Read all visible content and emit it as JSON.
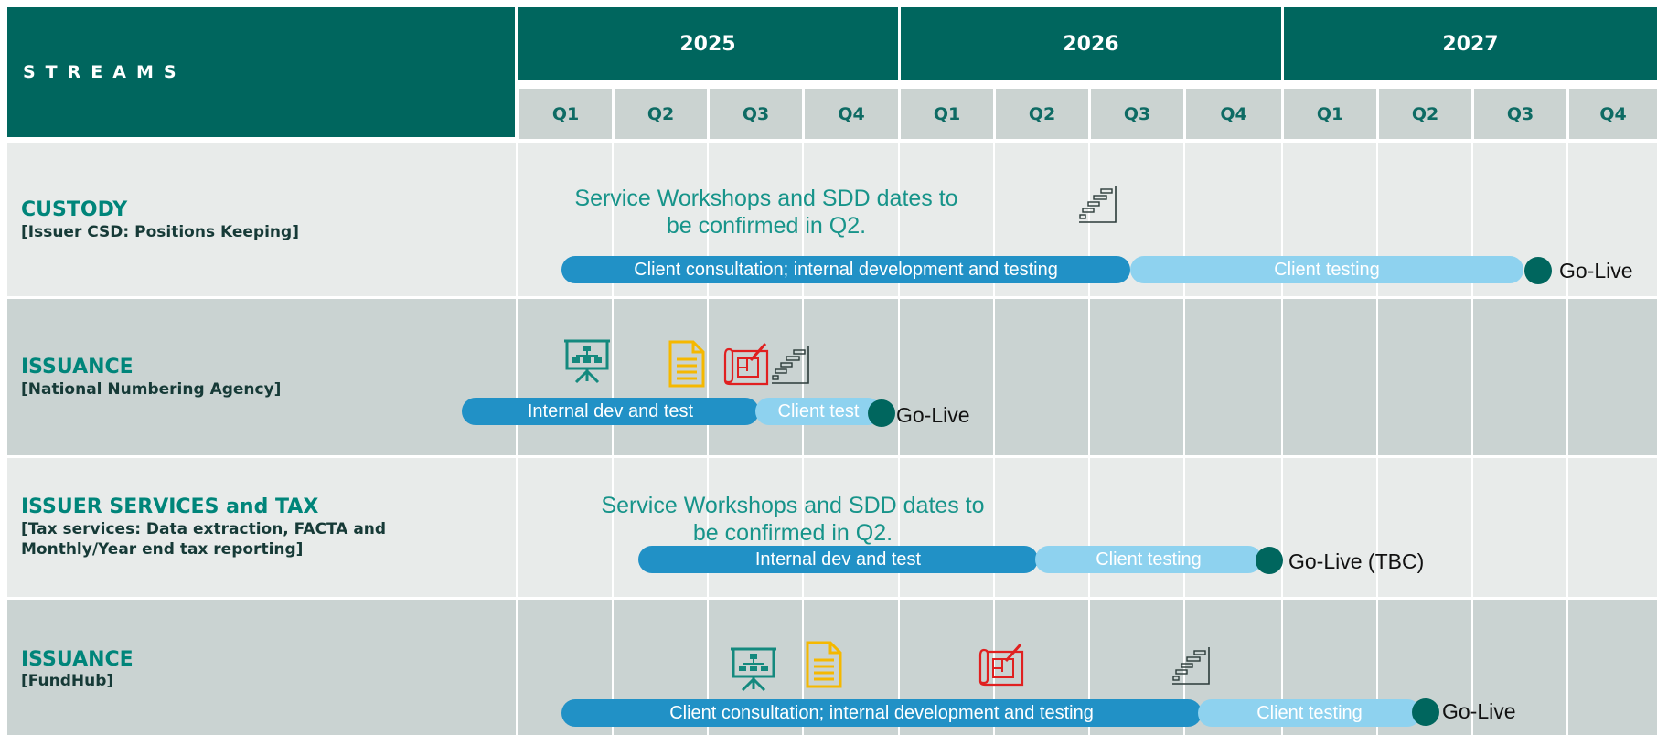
{
  "header": {
    "streams_label": "STREAMS",
    "years": [
      "2025",
      "2026",
      "2027"
    ],
    "quarters": [
      "Q1",
      "Q2",
      "Q3",
      "Q4",
      "Q1",
      "Q2",
      "Q3",
      "Q4",
      "Q1",
      "Q2",
      "Q3",
      "Q4"
    ]
  },
  "streams": [
    {
      "title": "CUSTODY",
      "subtitle_lines": [
        "[Issuer CSD: Positions Keeping]"
      ],
      "note_lines": [
        "Service Workshops and SDD dates to",
        "be confirmed in Q2."
      ],
      "bars": [
        "Client consultation; internal development and testing",
        "Client testing"
      ],
      "go_live": "Go-Live",
      "icons": [
        "gantt-icon"
      ]
    },
    {
      "title": "ISSUANCE",
      "subtitle_lines": [
        "[National Numbering Agency]"
      ],
      "bars": [
        "Internal dev and test",
        "Client test"
      ],
      "go_live": "Go-Live",
      "icons": [
        "presentation-icon",
        "document-icon",
        "blueprint-icon",
        "gantt-icon"
      ]
    },
    {
      "title": "ISSUER SERVICES and TAX",
      "subtitle_lines": [
        "[Tax services: Data extraction, FACTA and",
        "Monthly/Year end tax reporting]"
      ],
      "note_lines": [
        "Service Workshops and SDD dates to",
        "be confirmed in Q2."
      ],
      "bars": [
        "Internal dev and test",
        "Client testing"
      ],
      "go_live": "Go-Live (TBC)"
    },
    {
      "title": "ISSUANCE",
      "subtitle_lines": [
        "[FundHub]"
      ],
      "bars": [
        "Client consultation; internal development and testing",
        "Client testing"
      ],
      "go_live": "Go-Live",
      "icons": [
        "presentation-icon",
        "document-icon",
        "blueprint-icon",
        "gantt-icon"
      ]
    }
  ],
  "colors": {
    "header_green": "#00665e",
    "title_green": "#00857a",
    "bar_dark": "#2191c6",
    "bar_light": "#8ed2ef",
    "milestone": "#00665e",
    "icon_document": "#f5b800",
    "icon_blueprint": "#e02020"
  }
}
